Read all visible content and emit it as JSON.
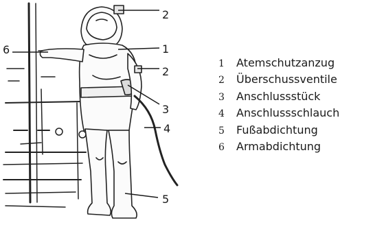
{
  "callouts": [
    "2",
    "1",
    "6",
    "2",
    "3",
    "4",
    "5"
  ],
  "legend": [
    {
      "num": "1",
      "label": "Atemschutzanzug"
    },
    {
      "num": "2",
      "label": "Überschussventile"
    },
    {
      "num": "3",
      "label": "Anschlussstück"
    },
    {
      "num": "4",
      "label": "Anschlussschlauch"
    },
    {
      "num": "5",
      "label": "Fußabdichtung"
    },
    {
      "num": "6",
      "label": "Armabdichtung"
    }
  ]
}
